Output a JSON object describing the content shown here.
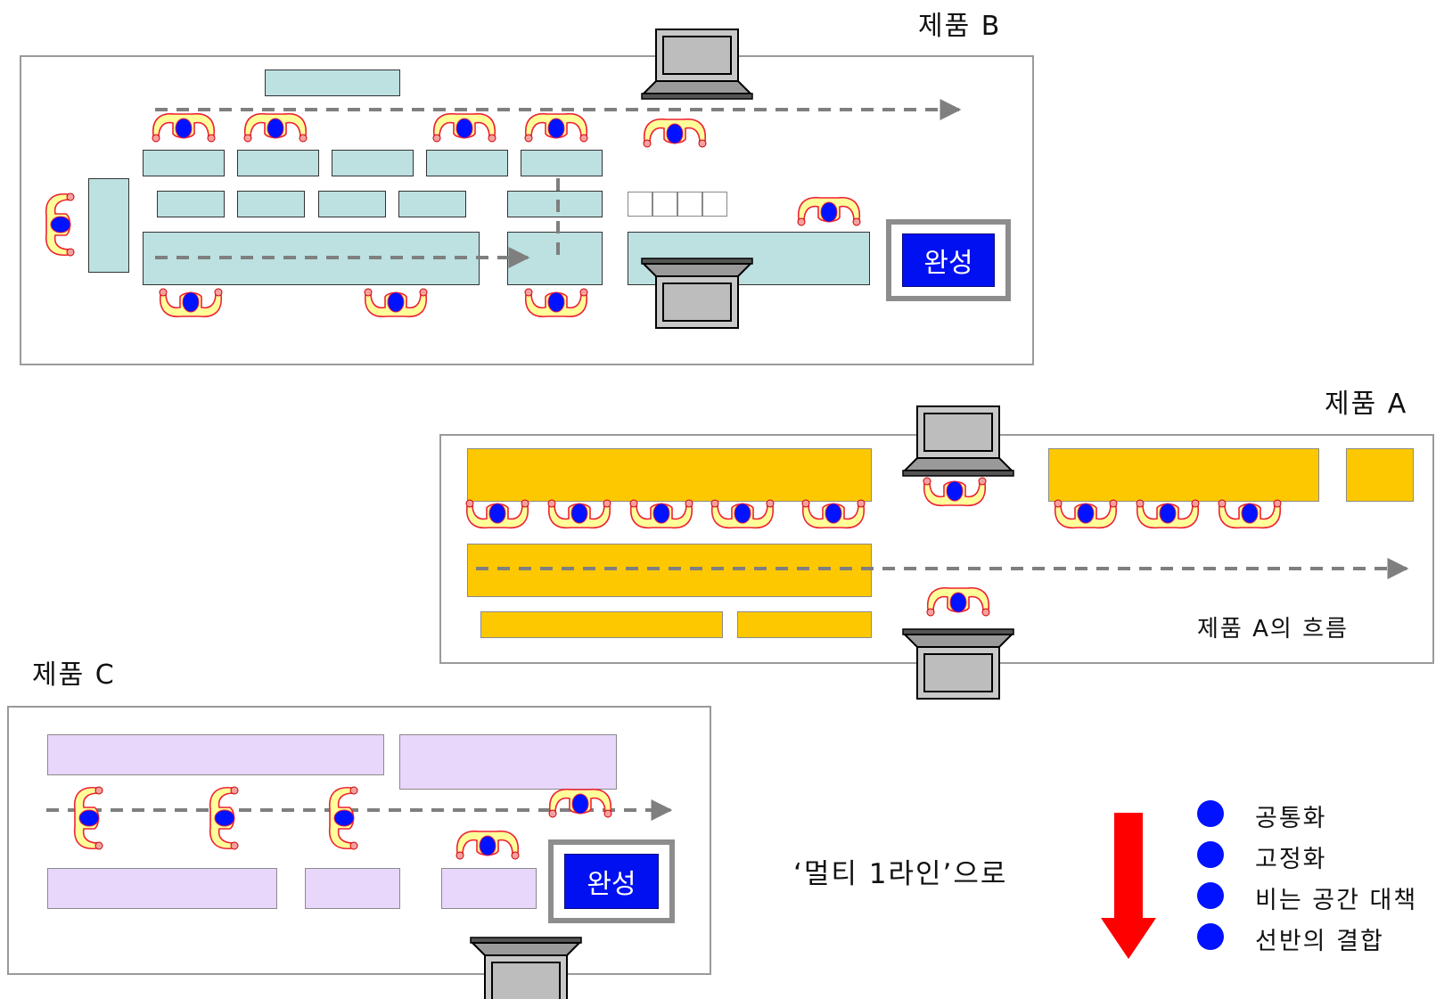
{
  "diagram": {
    "product_b": {
      "title": "제품 B",
      "done_label": "완성"
    },
    "product_a": {
      "title": "제품 A",
      "flow_caption": "제품 A의 흐름"
    },
    "product_c": {
      "title": "제품 C",
      "done_label": "완성"
    },
    "transition": {
      "caption": "‘멀티 1라인’으로"
    },
    "benefits": [
      "공통화",
      "고정화",
      "비는 공간 대책",
      "선반의 결합"
    ],
    "colors": {
      "product_b_station": "#bde0e1",
      "product_a_station": "#fec800",
      "product_c_station": "#e9d6fb",
      "done_box": "#0010f0",
      "arrow": "#ff0000",
      "bullet": "#0012ff",
      "flow_line": "#7f7f7f"
    },
    "icons": [
      "worker-icon",
      "laptop-icon",
      "down-arrow-icon",
      "bullet-dot-icon"
    ]
  }
}
